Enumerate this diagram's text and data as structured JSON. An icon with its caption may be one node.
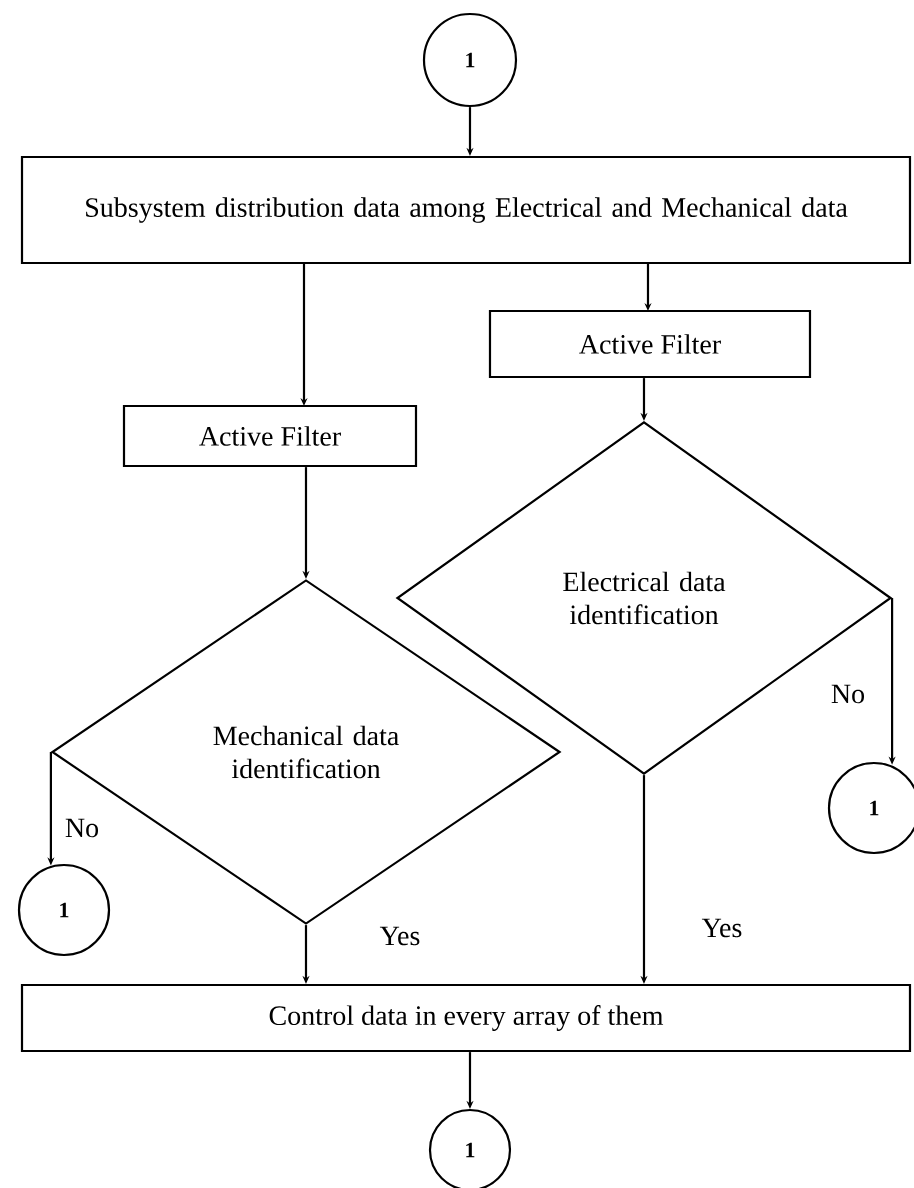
{
  "diagram": {
    "nodes": [
      {
        "text": [
          "1"
        ]
      },
      {
        "text": [
          "Subsystem distribution data among Electrical and Mechanical data"
        ]
      },
      {
        "text": [
          "Active Filter"
        ]
      },
      {
        "text": [
          "Active Filter"
        ]
      },
      {
        "text": [
          "Electrical data identification"
        ]
      },
      {
        "text": [
          "Mechanical data identification"
        ]
      },
      {
        "text": [
          "1"
        ]
      },
      {
        "text": [
          "1"
        ]
      },
      {
        "text": [
          "Control data in every array of them"
        ]
      },
      {
        "text": [
          "1"
        ]
      }
    ],
    "edges": [
      {
        "from": 0,
        "to": 1,
        "arrow": "to"
      },
      {
        "from": 1,
        "to": 2,
        "arrow": "to"
      },
      {
        "from": 1,
        "to": 3,
        "arrow": "to"
      },
      {
        "from": 2,
        "to": 4,
        "arrow": "to"
      },
      {
        "from": 3,
        "to": 5,
        "arrow": "to"
      },
      {
        "from": 4,
        "to": 6,
        "arrow": "to",
        "label": "No"
      },
      {
        "from": 5,
        "to": 7,
        "arrow": "to",
        "label": "No"
      },
      {
        "from": 5,
        "to": 8,
        "arrow": "to",
        "label": "Yes"
      },
      {
        "from": 4,
        "to": 8,
        "arrow": "to",
        "label": "Yes"
      },
      {
        "from": 8,
        "to": 9,
        "arrow": "to"
      }
    ]
  }
}
